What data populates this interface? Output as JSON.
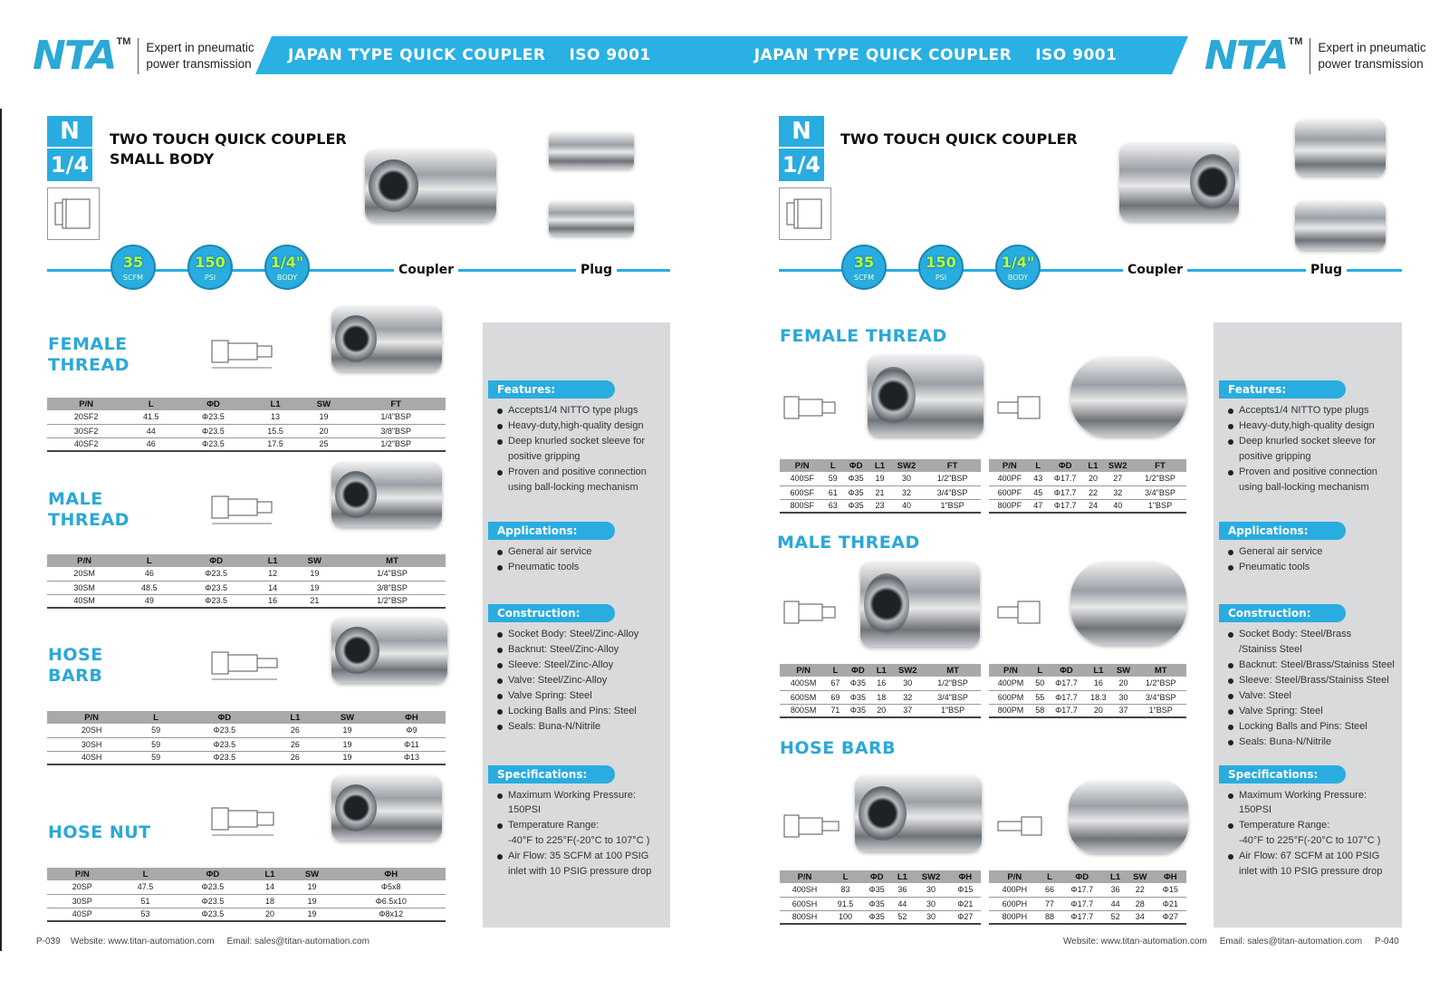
{
  "brand": {
    "logo": "NTA",
    "tm": "TM",
    "tag1": "Expert in pneumatic",
    "tag2": "power transmission"
  },
  "banner": {
    "title": "JAPAN TYPE QUICK COUPLER",
    "iso": "ISO 9001"
  },
  "left": {
    "badge_top": "N",
    "badge_bottom": "1/4",
    "title1": "TWO TOUCH QUICK COUPLER",
    "title2": "SMALL BODY",
    "rating": [
      {
        "v": "35",
        "u": "SCFM"
      },
      {
        "v": "150",
        "u": "PSI"
      },
      {
        "v": "1/4\"",
        "u": "BODY"
      }
    ],
    "coupler_label": "Coupler",
    "plug_label": "Plug",
    "sections": [
      {
        "name1": "FEMALE",
        "name2": "THREAD",
        "headers": [
          "P/N",
          "L",
          "ΦD",
          "L1",
          "SW",
          "FT"
        ],
        "rows": [
          [
            "20SF2",
            "41.5",
            "Φ23.5",
            "13",
            "19",
            "1/4\"BSP"
          ],
          [
            "30SF2",
            "44",
            "Φ23.5",
            "15.5",
            "20",
            "3/8\"BSP"
          ],
          [
            "40SF2",
            "46",
            "Φ23.5",
            "17.5",
            "25",
            "1/2\"BSP"
          ]
        ]
      },
      {
        "name1": "MALE",
        "name2": "THREAD",
        "headers": [
          "P/N",
          "L",
          "ΦD",
          "L1",
          "SW",
          "MT"
        ],
        "rows": [
          [
            "20SM",
            "46",
            "Φ23.5",
            "12",
            "19",
            "1/4\"BSP"
          ],
          [
            "30SM",
            "48.5",
            "Φ23.5",
            "14",
            "19",
            "3/8\"BSP"
          ],
          [
            "40SM",
            "49",
            "Φ23.5",
            "16",
            "21",
            "1/2\"BSP"
          ]
        ]
      },
      {
        "name1": "HOSE",
        "name2": "BARB",
        "headers": [
          "P/N",
          "L",
          "ΦD",
          "L1",
          "SW",
          "ΦH"
        ],
        "rows": [
          [
            "20SH",
            "59",
            "Φ23.5",
            "26",
            "19",
            "Φ9"
          ],
          [
            "30SH",
            "59",
            "Φ23.5",
            "26",
            "19",
            "Φ11"
          ],
          [
            "40SH",
            "59",
            "Φ23.5",
            "26",
            "19",
            "Φ13"
          ]
        ]
      },
      {
        "name1": "HOSE NUT",
        "name2": "",
        "headers": [
          "P/N",
          "L",
          "ΦD",
          "L1",
          "SW",
          "ΦH"
        ],
        "rows": [
          [
            "20SP",
            "47.5",
            "Φ23.5",
            "14",
            "19",
            "Φ5x8"
          ],
          [
            "30SP",
            "51",
            "Φ23.5",
            "18",
            "19",
            "Φ6.5x10"
          ],
          [
            "40SP",
            "53",
            "Φ23.5",
            "20",
            "19",
            "Φ8x12"
          ]
        ]
      }
    ],
    "panel": {
      "features_h": "Features:",
      "features": [
        "Accepts1/4 NITTO type plugs",
        "Heavy-duty,high-quality design",
        "Deep knurled socket sleeve for",
        "positive gripping",
        "Proven and positive connection",
        "using ball-locking mechanism"
      ],
      "applications_h": "Applications:",
      "applications": [
        "General air service",
        "Pneumatic tools"
      ],
      "construction_h": "Construction:",
      "construction": [
        "Socket Body: Steel/Zinc-Alloy",
        "Backnut: Steel/Zinc-Alloy",
        "Sleeve: Steel/Zinc-Alloy",
        "Valve: Steel/Zinc-Alloy",
        "Valve Spring: Steel",
        "Locking Balls and Pins: Steel",
        "Seals: Buna-N/Nitrile"
      ],
      "specs_h": "Specifications:",
      "specs": [
        "Maximum Working Pressure: 150PSI",
        "Temperature Range:",
        "-40°F to 225°F(-20°C to 107°C )",
        "Air Flow: 35 SCFM at 100 PSIG",
        "inlet with 10 PSIG pressure drop"
      ]
    },
    "footer": {
      "page": "P-039",
      "website": "Website: www.titan-automation.com",
      "email": "Email: sales@titan-automation.com"
    }
  },
  "right": {
    "badge_top": "N",
    "badge_bottom": "1/4",
    "title1": "TWO TOUCH QUICK COUPLER",
    "rating": [
      {
        "v": "35",
        "u": "SCFM"
      },
      {
        "v": "150",
        "u": "PSI"
      },
      {
        "v": "1/4\"",
        "u": "BODY"
      }
    ],
    "coupler_label": "Coupler",
    "plug_label": "Plug",
    "sections": [
      {
        "name": "FEMALE THREAD",
        "coupler": {
          "headers": [
            "P/N",
            "L",
            "ΦD",
            "L1",
            "SW2",
            "FT"
          ],
          "rows": [
            [
              "400SF",
              "59",
              "Φ35",
              "19",
              "30",
              "1/2\"BSP"
            ],
            [
              "600SF",
              "61",
              "Φ35",
              "21",
              "32",
              "3/4\"BSP"
            ],
            [
              "800SF",
              "63",
              "Φ35",
              "23",
              "40",
              "1\"BSP"
            ]
          ]
        },
        "plug": {
          "headers": [
            "P/N",
            "L",
            "ΦD",
            "L1",
            "SW2",
            "FT"
          ],
          "rows": [
            [
              "400PF",
              "43",
              "Φ17.7",
              "20",
              "27",
              "1/2\"BSP"
            ],
            [
              "600PF",
              "45",
              "Φ17.7",
              "22",
              "32",
              "3/4\"BSP"
            ],
            [
              "800PF",
              "47",
              "Φ17.7",
              "24",
              "40",
              "1\"BSP"
            ]
          ]
        }
      },
      {
        "name": "MALE THREAD",
        "coupler": {
          "headers": [
            "P/N",
            "L",
            "ΦD",
            "L1",
            "SW2",
            "MT"
          ],
          "rows": [
            [
              "400SM",
              "67",
              "Φ35",
              "16",
              "30",
              "1/2\"BSP"
            ],
            [
              "600SM",
              "69",
              "Φ35",
              "18",
              "32",
              "3/4\"BSP"
            ],
            [
              "800SM",
              "71",
              "Φ35",
              "20",
              "37",
              "1\"BSP"
            ]
          ]
        },
        "plug": {
          "headers": [
            "P/N",
            "L",
            "ΦD",
            "L1",
            "SW",
            "MT"
          ],
          "rows": [
            [
              "400PM",
              "50",
              "Φ17.7",
              "16",
              "20",
              "1/2\"BSP"
            ],
            [
              "600PM",
              "55",
              "Φ17.7",
              "18.3",
              "30",
              "3/4\"BSP"
            ],
            [
              "800PM",
              "58",
              "Φ17.7",
              "20",
              "37",
              "1\"BSP"
            ]
          ]
        }
      },
      {
        "name": "HOSE BARB",
        "coupler": {
          "headers": [
            "P/N",
            "L",
            "ΦD",
            "L1",
            "SW2",
            "ΦH"
          ],
          "rows": [
            [
              "400SH",
              "83",
              "Φ35",
              "36",
              "30",
              "Φ15"
            ],
            [
              "600SH",
              "91.5",
              "Φ35",
              "44",
              "30",
              "Φ21"
            ],
            [
              "800SH",
              "100",
              "Φ35",
              "52",
              "30",
              "Φ27"
            ]
          ]
        },
        "plug": {
          "headers": [
            "P/N",
            "L",
            "ΦD",
            "L1",
            "SW",
            "ΦH"
          ],
          "rows": [
            [
              "400PH",
              "66",
              "Φ17.7",
              "36",
              "22",
              "Φ15"
            ],
            [
              "600PH",
              "77",
              "Φ17.7",
              "44",
              "28",
              "Φ21"
            ],
            [
              "800PH",
              "88",
              "Φ17.7",
              "52",
              "34",
              "Φ27"
            ]
          ]
        }
      }
    ],
    "panel": {
      "features_h": "Features:",
      "features": [
        "Accepts1/4 NITTO type plugs",
        "Heavy-duty,high-quality design",
        "Deep knurled socket sleeve for",
        "positive gripping",
        "Proven and positive connection",
        "using ball-locking mechanism"
      ],
      "applications_h": "Applications:",
      "applications": [
        "General air service",
        "Pneumatic tools"
      ],
      "construction_h": "Construction:",
      "construction": [
        "Socket Body: Steel/Brass",
        "/Stainiss Steel",
        "Backnut: Steel/Brass/Stainiss Steel",
        "Sleeve: Steel/Brass/Stainiss Steel",
        "Valve: Steel",
        "Valve Spring: Steel",
        "Locking Balls and Pins: Steel",
        "Seals: Buna-N/Nitrile"
      ],
      "specs_h": "Specifications:",
      "specs": [
        "Maximum Working Pressure: 150PSI",
        "Temperature Range:",
        "-40°F to 225°F(-20°C to 107°C )",
        "Air Flow: 67 SCFM at 100 PSIG",
        "inlet with 10 PSIG pressure drop"
      ]
    },
    "footer": {
      "website": "Website: www.titan-automation.com",
      "email": "Email: sales@titan-automation.com",
      "page": "P-040"
    }
  }
}
